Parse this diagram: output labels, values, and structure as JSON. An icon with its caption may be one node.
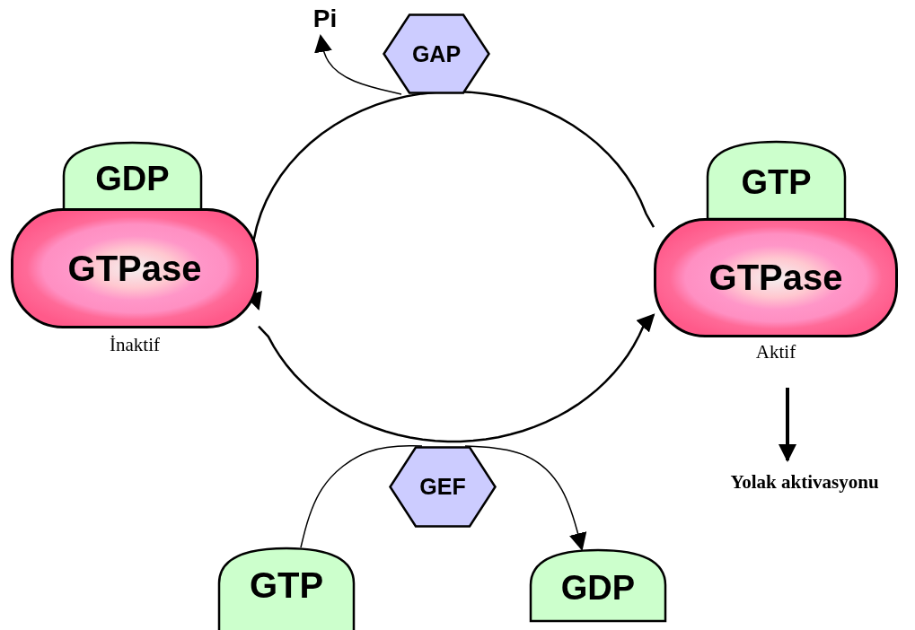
{
  "diagram": {
    "nodes": [
      {
        "text": [
          "GDP"
        ]
      },
      {
        "text": [
          "GTPase"
        ],
        "beside": [
          "İnaktif"
        ]
      },
      {
        "text": [
          "GTP"
        ]
      },
      {
        "text": [
          "GTPase"
        ],
        "beside": [
          "Aktif"
        ]
      },
      {
        "text": [
          "GAP"
        ]
      },
      {
        "text": [
          "Pi"
        ]
      },
      {
        "text": [
          "GEF"
        ]
      },
      {
        "text": [
          "GTP"
        ]
      },
      {
        "text": [
          "GDP"
        ]
      },
      {
        "text": [
          "Yolak aktivasyonu"
        ]
      }
    ],
    "edges": [
      {
        "from": 3,
        "to": 1,
        "arrow": "to"
      },
      {
        "from": 1,
        "to": 3,
        "arrow": "to"
      },
      {
        "from": 4,
        "to": 5,
        "arrow": "to"
      },
      {
        "from": 7,
        "to": 6,
        "arrow": "none"
      },
      {
        "from": 6,
        "to": 8,
        "arrow": "to"
      },
      {
        "from": 3,
        "to": 9,
        "arrow": "to",
        "style": "thick"
      }
    ]
  }
}
